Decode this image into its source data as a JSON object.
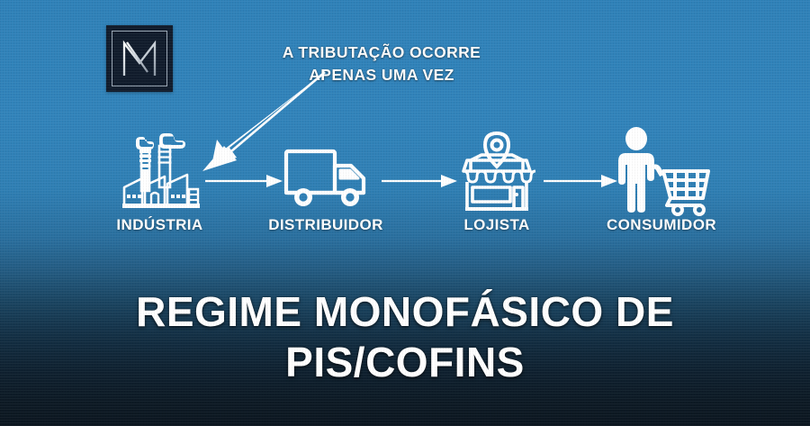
{
  "poster": {
    "background_top_color": "#2f81b8",
    "background_bottom_color": "#0c1620"
  },
  "logo": {
    "name": "brand-logo-m",
    "background_color": "#111c2c",
    "frame_color": "#9aa6b4",
    "mark_color": "#d9dee4"
  },
  "annotation": {
    "line1": "A TRIBUTAÇÃO OCORRE",
    "line2": "APENAS UMA VEZ",
    "color": "#ffffff",
    "arrow": "down-left-arrow"
  },
  "flow": {
    "nodes": [
      {
        "id": "industria",
        "label": "INDÚSTRIA",
        "icon": "factory-icon"
      },
      {
        "id": "distribuidor",
        "label": "DISTRIBUIDOR",
        "icon": "delivery-truck-icon"
      },
      {
        "id": "lojista",
        "label": "LOJISTA",
        "icon": "storefront-icon"
      },
      {
        "id": "consumidor",
        "label": "CONSUMIDOR",
        "icon": "shopper-with-cart-icon"
      }
    ],
    "connectors": [
      {
        "id": "industria-to-distribuidor",
        "icon": "right-arrow-icon"
      },
      {
        "id": "distribuidor-to-lojista",
        "icon": "right-arrow-icon"
      },
      {
        "id": "lojista-to-consumidor",
        "icon": "right-arrow-icon"
      }
    ],
    "icon_color": "#ffffff"
  },
  "title": {
    "line1": "REGIME MONOFÁSICO DE",
    "line2": "PIS/COFINS",
    "color": "#ffffff"
  }
}
